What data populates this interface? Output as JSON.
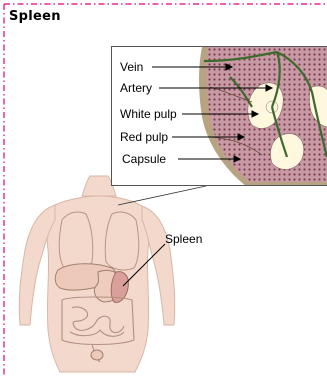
{
  "title": "Spleen",
  "inset_labels": {
    "vein": "Vein",
    "artery": "Artery",
    "white_pulp": "White pulp",
    "red_pulp": "Red pulp",
    "capsule": "Capsule"
  },
  "callout": "Spleen",
  "colors": {
    "border_dash": "#e2007a",
    "skin": "#f3d9cc",
    "organ_outline": "#a08070",
    "red_pulp": "#b9838f",
    "white_pulp": "#fff8df",
    "vessel": "#3e6a2e",
    "capsule": "#b7a381"
  }
}
